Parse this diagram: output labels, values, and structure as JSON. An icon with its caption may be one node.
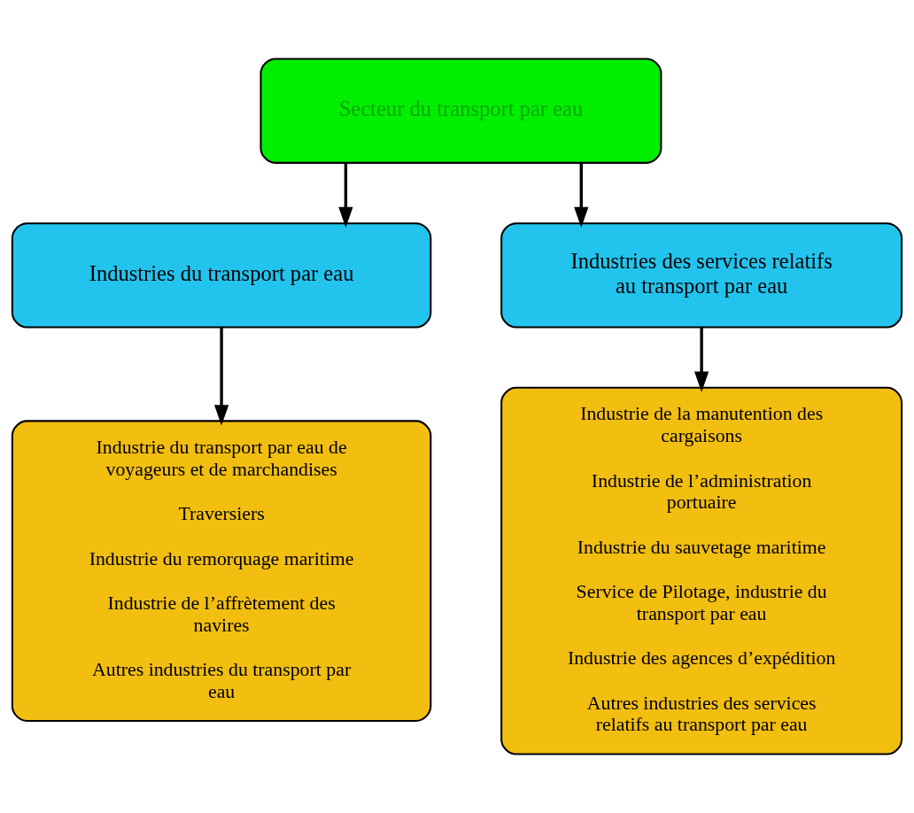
{
  "diagram": {
    "nodes": [
      {
        "text": [
          "Secteur du transport par eau"
        ]
      },
      {
        "text": [
          "Industries du transport par eau"
        ]
      },
      {
        "text": [
          "Industries des services relatifs au transport par eau"
        ]
      },
      {
        "text": [
          "Industrie du transport par eau de voyageurs et de marchandises",
          "Traversiers",
          "Industrie du remorquage maritime",
          "Industrie de l’affrètement des navires",
          "Autres industries du transport par eau"
        ]
      },
      {
        "text": [
          "Industrie de la manutention des cargaisons",
          "Industrie de l’administration portuaire",
          "Industrie du sauvetage maritime",
          "Service de Pilotage, industrie du transport par eau",
          "Industrie des agences d’expédition",
          "Autres industries des services relatifs au transport par eau"
        ]
      }
    ],
    "edges": [
      {
        "from": 0,
        "to": 1,
        "arrow": "to"
      },
      {
        "from": 0,
        "to": 2,
        "arrow": "to"
      },
      {
        "from": 1,
        "to": 3,
        "arrow": "to"
      },
      {
        "from": 2,
        "to": 4,
        "arrow": "to"
      }
    ]
  }
}
